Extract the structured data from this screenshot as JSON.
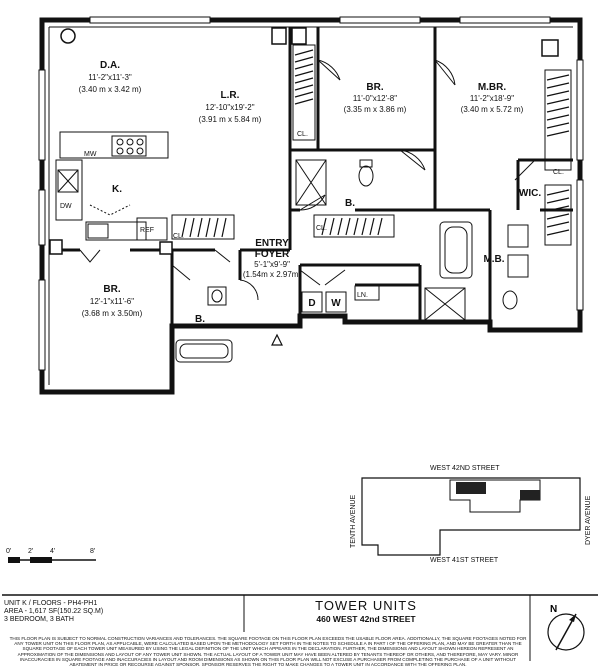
{
  "rooms": {
    "da": {
      "name": "D.A.",
      "dim_ft": "11'-2\"x11'-3\"",
      "dim_m": "(3.40 m x 3.42 m)"
    },
    "lr": {
      "name": "L.R.",
      "dim_ft": "12'-10\"x19'-2\"",
      "dim_m": "(3.91 m x 5.84 m)"
    },
    "br1": {
      "name": "BR.",
      "dim_ft": "11'-0\"x12'-8\"",
      "dim_m": "(3.35 m x 3.86 m)"
    },
    "mbr": {
      "name": "M.BR.",
      "dim_ft": "11'-2\"x18'-9\"",
      "dim_m": "(3.40 m x 5.72 m)"
    },
    "k": {
      "name": "K."
    },
    "foyer": {
      "name1": "ENTRY",
      "name2": "FOYER",
      "dim_ft": "5'-1\"x9'-9\"",
      "dim_m": "(1.54m x 2.97m)"
    },
    "br2": {
      "name": "BR.",
      "dim_ft": "12'-1\"x11'-6\"",
      "dim_m": "(3.68 m x 3.50m)"
    },
    "bath1": {
      "name": "B."
    },
    "bath2": {
      "name": "B."
    },
    "mb": {
      "name": "M.B."
    },
    "wic": {
      "name": "WIC."
    }
  },
  "fixtures": {
    "cl": "CL.",
    "ln": "LN.",
    "d": "D",
    "w": "W",
    "ref": "REF",
    "mw": "MW",
    "dw": "DW"
  },
  "keyplan": {
    "north_street": "WEST 42ND STREET",
    "south_street": "WEST 41ST STREET",
    "west_avenue": "TENTH AVENUE",
    "east_avenue": "DYER AVENUE"
  },
  "scale": {
    "labels": [
      "0'",
      "2'",
      "4'",
      "8'"
    ]
  },
  "unit_info": {
    "line1": "UNIT K / FLOORS - PH4-PH1",
    "line2": "AREA - 1,617 SF(150.22 SQ.M)",
    "line3": "3 BEDROOM, 3 BATH"
  },
  "title": {
    "line1": "TOWER UNITS",
    "line2": "460 WEST 42nd STREET"
  },
  "compass": {
    "label": "N"
  },
  "disclaimer": "This floor plan is subject to normal construction variances and tolerances. The square footage on this floor plan exceeds the usable floor area. Additionally, the square footages noted for any tower unit on this floor plan, as applicable, were calculated based upon the methodology set forth in the notes to schedule a in part I of the offering plan, and may be greater than the square footage of each tower unit measured by using the legal definition of the unit which appears in the declaration. Further, the dimensions and layout shown hereon represent an approximation of the dimensions and layout of any tower unit shown. The actual layout of a tower unit may have been altered by tenants thereof or others, and therefore, may vary. Minor inaccuracies in square footage and inaccuracies in layout and room dimensions as shown on this floor plan will not excuse a purchaser from completing the purchase of a unit without abatement in price or recourse against sponsor. Sponsor reserves the right to make changes to a tower unit in accordance with the offering plan."
}
